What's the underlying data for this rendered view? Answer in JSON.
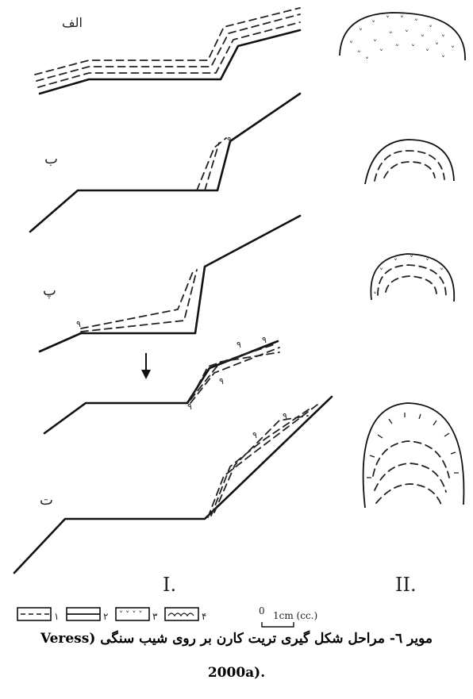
{
  "panel_labels": [
    "الف",
    "ب",
    "پ",
    "ت"
  ],
  "column_labels": [
    "I.",
    "II."
  ],
  "legend": {
    "items": [
      {
        "label": "۱",
        "pattern": "dashed"
      },
      {
        "label": "۲",
        "pattern": "solid"
      },
      {
        "label": "۳",
        "pattern": "ticked"
      },
      {
        "label": "۴",
        "pattern": "arched"
      }
    ],
    "scale_zero": "0",
    "scale_text": "1cm (cc.)"
  },
  "caption": {
    "line1": "مویر ٦- مراحل شکل گیری تریت کارن بر روی شیب سنگی  (Veress",
    "line2": "2000a)."
  },
  "colors": {
    "ink": "#111111",
    "paper": "#ffffff"
  }
}
